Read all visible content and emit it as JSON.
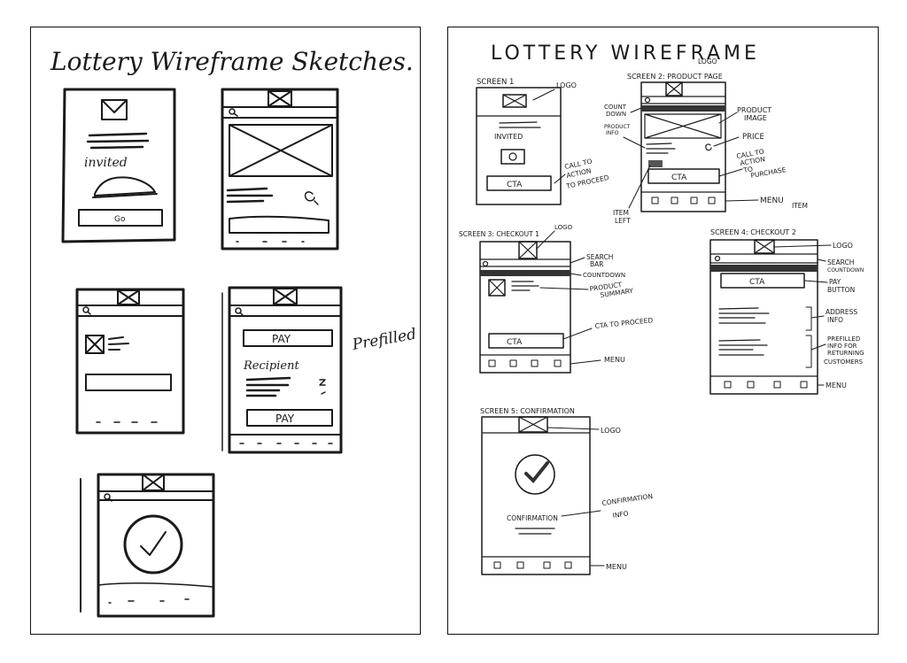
{
  "left_page": {
    "title": "Lottery Wireframe Sketches.",
    "invited_text": "invited",
    "go_button": "Go",
    "pay_top": "PAY",
    "recipient": "Recipient",
    "pay_bottom": "PAY",
    "prefilled_note": "Prefilled"
  },
  "right_page": {
    "title": "LOTTERY WIREFRAME",
    "screen1": {
      "label": "SCREEN 1",
      "invited": "INVITED",
      "cta": "CTA",
      "ann_logo": "LOGO",
      "ann_cta": [
        "CALL TO",
        "ACTION",
        "TO PROCEED"
      ]
    },
    "screen2": {
      "label": "SCREEN 2: PRODUCT PAGE",
      "ann_logo": "LOGO",
      "cta": "CTA",
      "ann_countdown": [
        "COUNT",
        "DOWN"
      ],
      "ann_product_info": [
        "PRODUCT",
        "INFO"
      ],
      "ann_product_image": [
        "PRODUCT",
        "IMAGE"
      ],
      "ann_price": "PRICE",
      "ann_cta": [
        "CALL TO",
        "ACTION",
        "TO",
        "PURCHASE"
      ],
      "ann_item_left": [
        "ITEM",
        "LEFT"
      ],
      "ann_menu": [
        "MENU",
        "ITEM"
      ]
    },
    "screen3": {
      "label": "SCREEN 3: CHECKOUT 1",
      "ann_logo": "LOGO",
      "cta": "CTA",
      "ann_search": [
        "SEARCH",
        "BAR"
      ],
      "ann_countdown": "COUNTDOWN",
      "ann_summary": [
        "PRODUCT",
        "SUMMARY"
      ],
      "ann_cta": "CTA TO PROCEED",
      "ann_menu": "MENU"
    },
    "screen4": {
      "label": "SCREEN 4: CHECKOUT 2",
      "ann_logo": "LOGO",
      "cta": "CTA",
      "ann_search": [
        "SEARCH",
        "COUNTDOWN"
      ],
      "ann_pay": [
        "PAY",
        "BUTTON"
      ],
      "ann_address": [
        "ADDRESS",
        "INFO"
      ],
      "ann_prefilled": [
        "PREFILLED",
        "INFO FOR",
        "RETURNING",
        "CUSTOMERS"
      ],
      "ann_menu": "MENU"
    },
    "screen5": {
      "label": "SCREEN 5: CONFIRMATION",
      "ann_logo": "LOGO",
      "confirmation": "CONFIRMATION",
      "ann_info": [
        "CONFIRMATION",
        "INFO"
      ],
      "ann_menu": "MENU"
    }
  }
}
